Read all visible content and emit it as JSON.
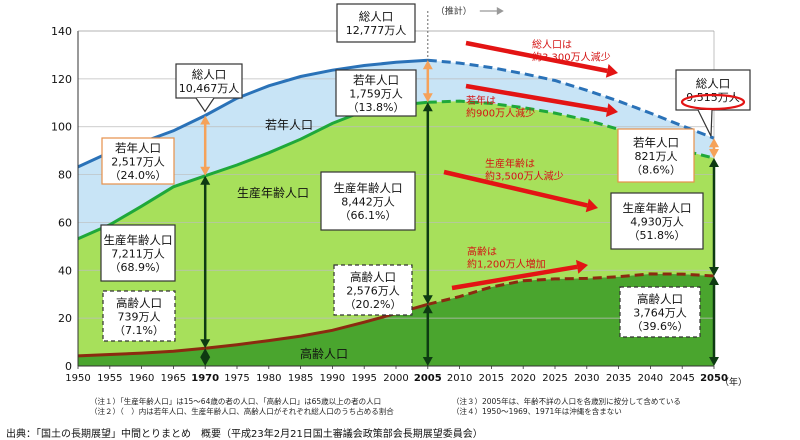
{
  "chart_data": {
    "type": "area",
    "x_ticks": [
      1950,
      1955,
      1960,
      1965,
      1970,
      1975,
      1980,
      1985,
      1990,
      1995,
      2000,
      2005,
      2010,
      2015,
      2020,
      2025,
      2030,
      2035,
      2040,
      2045,
      2050
    ],
    "x_unit": "（年）",
    "ylim": [
      0,
      140
    ],
    "y_ticks": [
      0,
      20,
      40,
      60,
      80,
      100,
      120,
      140
    ],
    "projection_start": 2005,
    "projection_label": "（推計）",
    "series": [
      {
        "key": "total",
        "name": "総人口",
        "color": "#2a72b8",
        "x": [
          1950,
          1955,
          1960,
          1965,
          1970,
          1975,
          1980,
          1985,
          1990,
          1995,
          2000,
          2005,
          2010,
          2015,
          2020,
          2025,
          2030,
          2035,
          2040,
          2045,
          2050
        ],
        "values": [
          83.2,
          89.3,
          93.4,
          98.3,
          104.7,
          111.9,
          117.1,
          121.0,
          123.6,
          125.6,
          126.9,
          127.8,
          126.6,
          124.7,
          122.2,
          119.3,
          115.2,
          110.7,
          105.7,
          100.4,
          95.2
        ]
      },
      {
        "key": "working_plus_elderly",
        "color": "#1fa83a",
        "x": [
          1950,
          1955,
          1960,
          1965,
          1970,
          1975,
          1980,
          1985,
          1990,
          1995,
          2000,
          2005,
          2010,
          2015,
          2020,
          2025,
          2030,
          2035,
          2040,
          2045,
          2050
        ],
        "values": [
          53.2,
          59.0,
          66.8,
          74.9,
          79.5,
          84.0,
          89.1,
          94.8,
          101.4,
          106.6,
          108.9,
          110.2,
          110.7,
          109.7,
          108.0,
          105.7,
          102.8,
          98.9,
          94.6,
          90.2,
          86.9
        ]
      },
      {
        "key": "elderly",
        "name": "高齢人口",
        "color": "#8b2a10",
        "x": [
          1950,
          1955,
          1960,
          1965,
          1970,
          1975,
          1980,
          1985,
          1990,
          1995,
          2000,
          2005,
          2010,
          2015,
          2020,
          2025,
          2030,
          2035,
          2040,
          2045,
          2050
        ],
        "values": [
          4.2,
          4.8,
          5.4,
          6.2,
          7.4,
          8.9,
          10.6,
          12.5,
          14.9,
          18.3,
          22.0,
          25.8,
          29.0,
          33.0,
          35.6,
          36.4,
          36.6,
          37.3,
          38.5,
          38.4,
          37.6
        ]
      }
    ],
    "area_labels": {
      "young": "若年人口",
      "working": "生産年齢人口",
      "elderly": "高齢人口"
    },
    "callouts": {
      "total_1970": {
        "title": "総人口",
        "value": "10,467万人"
      },
      "young_1970": {
        "title": "若年人口",
        "value": "2,517万人",
        "pct": "（24.0%）"
      },
      "working_1970": {
        "title": "生産年齢人口",
        "value": "7,211万人",
        "pct": "（68.9%）"
      },
      "elderly_1970": {
        "title": "高齢人口",
        "value": "739万人",
        "pct": "（7.1%）"
      },
      "total_2005": {
        "title": "総人口",
        "value": "12,777万人"
      },
      "young_2005": {
        "title": "若年人口",
        "value": "1,759万人",
        "pct": "（13.8%）"
      },
      "working_2005": {
        "title": "生産年齢人口",
        "value": "8,442万人",
        "pct": "（66.1%）"
      },
      "elderly_2005": {
        "title": "高齢人口",
        "value": "2,576万人",
        "pct": "（20.2%）"
      },
      "total_2050": {
        "title": "総人口",
        "value": "9,515万人"
      },
      "young_2050": {
        "title": "若年人口",
        "value": "821万人",
        "pct": "（8.6%）"
      },
      "working_2050": {
        "title": "生産年齢人口",
        "value": "4,930万人",
        "pct": "（51.8%）"
      },
      "elderly_2050": {
        "title": "高齢人口",
        "value": "3,764万人",
        "pct": "（39.6%）"
      }
    },
    "trend_notes": {
      "total": [
        "総人口は",
        "約3,300万人減少"
      ],
      "young": [
        "若年は",
        "約900万人減少"
      ],
      "working": [
        "生産年齢は",
        "約3,500万人減少"
      ],
      "elderly": [
        "高齢は",
        "約1,200万人増加"
      ]
    }
  },
  "notes": {
    "n1": "（注１）「生産年齢人口」は15～64歳の者の人口、「高齢人口」は65歳以上の者の人口",
    "n2": "（注２）（　）内は若年人口、生産年齢人口、高齢人口がそれぞれ総人口のうち占める割合",
    "n3": "（注３）2005年は、年齢不詳の人口を各歳別に按分して含めている",
    "n4": "（注４）1950～1969、1971年は沖縄を含まない"
  },
  "source": "出典：「国土の長期展望」中間とりまとめ　概要（平成23年2月21日国土審議会政策部会長期展望委員会）"
}
